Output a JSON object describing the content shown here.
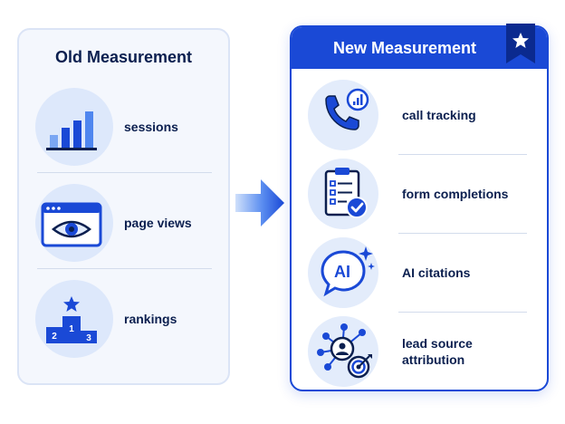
{
  "old_measurement": {
    "title": "Old Measurement",
    "items": [
      {
        "label": "sessions",
        "icon": "bar-chart-icon"
      },
      {
        "label": "page views",
        "icon": "browser-eye-icon"
      },
      {
        "label": "rankings",
        "icon": "podium-icon"
      }
    ],
    "podium_labels": [
      "2",
      "1",
      "3"
    ]
  },
  "new_measurement": {
    "title": "New Measurement",
    "badge_icon": "star-ribbon-icon",
    "items": [
      {
        "label": "call tracking",
        "icon": "phone-chart-icon"
      },
      {
        "label": "form completions",
        "icon": "clipboard-check-icon"
      },
      {
        "label": "AI citations",
        "icon": "ai-chat-icon"
      },
      {
        "label": "lead source attribution",
        "icon": "network-target-icon"
      }
    ],
    "ai_text": "AI"
  },
  "colors": {
    "primary": "#1a49d6",
    "dark_text": "#0b1f4f",
    "old_bg": "#f4f7fd",
    "circle_bg": "#dde8fb"
  }
}
